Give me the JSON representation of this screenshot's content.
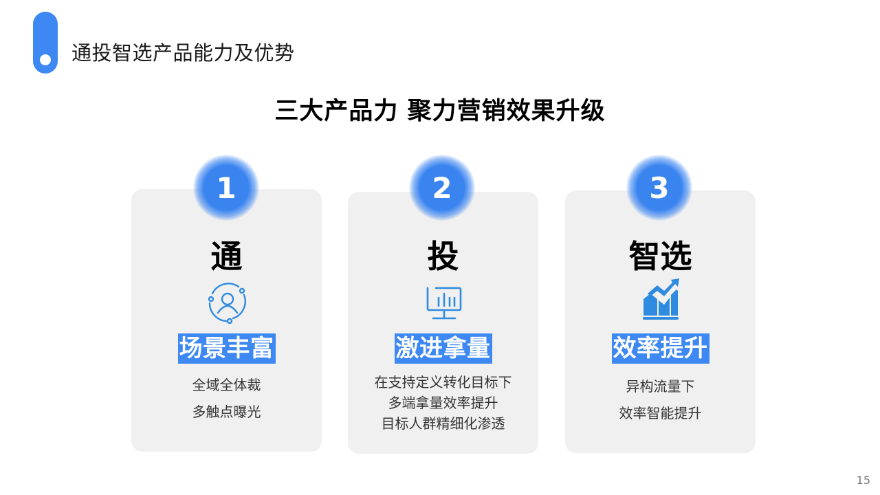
{
  "header": {
    "title": "通投智选产品能力及优势"
  },
  "headline": "三大产品力 聚力营销效果升级",
  "cards": [
    {
      "number": "1",
      "title": "通",
      "icon": "user-circle-icon",
      "tag": "场景丰富",
      "lines": [
        "全域全体裁",
        "多触点曝光"
      ]
    },
    {
      "number": "2",
      "title": "投",
      "icon": "monitor-chart-icon",
      "tag": "激进拿量",
      "lines": [
        "在支持定义转化目标下",
        "多端拿量效率提升",
        "目标人群精细化渗透"
      ]
    },
    {
      "number": "3",
      "title": "智选",
      "icon": "growth-bar-chart-icon",
      "tag": "效率提升",
      "lines": [
        "异构流量下",
        "效率智能提升"
      ]
    }
  ],
  "colors": {
    "accent": "#3d88f2",
    "card_bg": "#f0f0f0",
    "icon_blue": "#2f8be0"
  },
  "page_number": "15"
}
